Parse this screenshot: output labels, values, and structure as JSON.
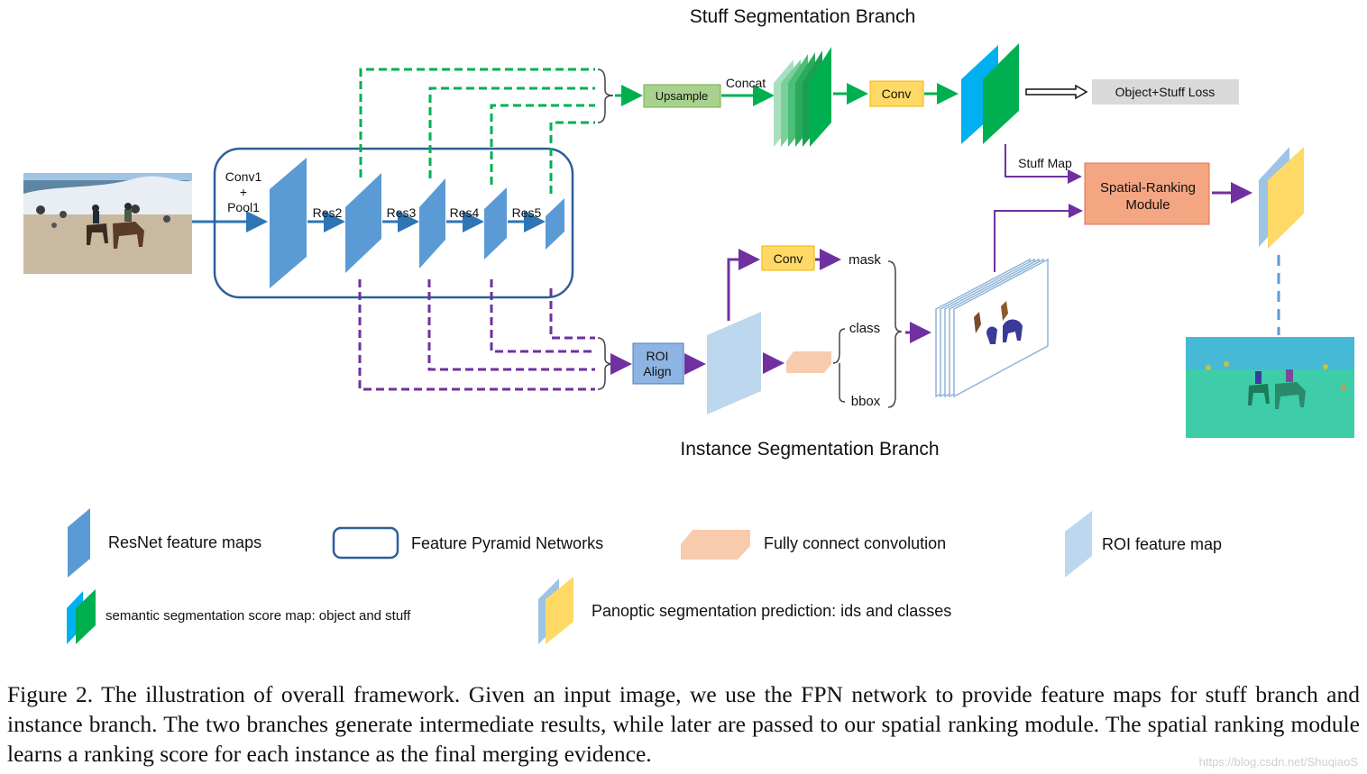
{
  "diagram": {
    "titles": {
      "stuff_branch": "Stuff Segmentation Branch",
      "instance_branch": "Instance Segmentation Branch"
    },
    "backbone": {
      "conv1_l1": "Conv1",
      "conv1_l2": "+",
      "conv1_l3": "Pool1",
      "res2": "Res2",
      "res3": "Res3",
      "res4": "Res4",
      "res5": "Res5"
    },
    "stuff": {
      "upsample": "Upsample",
      "concat": "Concat",
      "conv": "Conv",
      "loss": "Object+Stuff Loss",
      "stuff_map": "Stuff Map"
    },
    "instance": {
      "roi_align_l1": "ROI",
      "roi_align_l2": "Align",
      "conv": "Conv",
      "mask": "mask",
      "class": "class",
      "bbox": "bbox"
    },
    "ranking": {
      "l1": "Spatial-Ranking",
      "l2": "Module"
    }
  },
  "legend": {
    "resnet": "ResNet feature maps",
    "fpn": "Feature Pyramid Networks",
    "fc": "Fully connect convolution",
    "roi": "ROI feature map",
    "semantic": "semantic segmentation score map: object and stuff",
    "panoptic": "Panoptic segmentation prediction: ids and classes"
  },
  "caption": "Figure 2. The illustration of overall framework. Given an input image, we use the FPN network to provide feature maps for stuff branch and instance branch. The two branches generate intermediate results, while later are passed to our spatial ranking module. The spatial ranking module learns a ranking score for each instance as the final merging evidence.",
  "watermark": "https://blog.csdn.net/ShuqiaoS",
  "colors": {
    "resnet_blue": "#5b9bd5",
    "green_dashed": "#00b050",
    "purple_dashed": "#7030a0",
    "conv_yellow": "#ffd966",
    "upsample_green": "#a9d18e",
    "ranking_orange": "#f4a582",
    "fc_peach": "#f8cbad",
    "roi_light_blue": "#bdd7ee",
    "panoptic_yellow": "#ffd966",
    "semantic_cyan": "#00b0f0",
    "semantic_green": "#00b050"
  }
}
